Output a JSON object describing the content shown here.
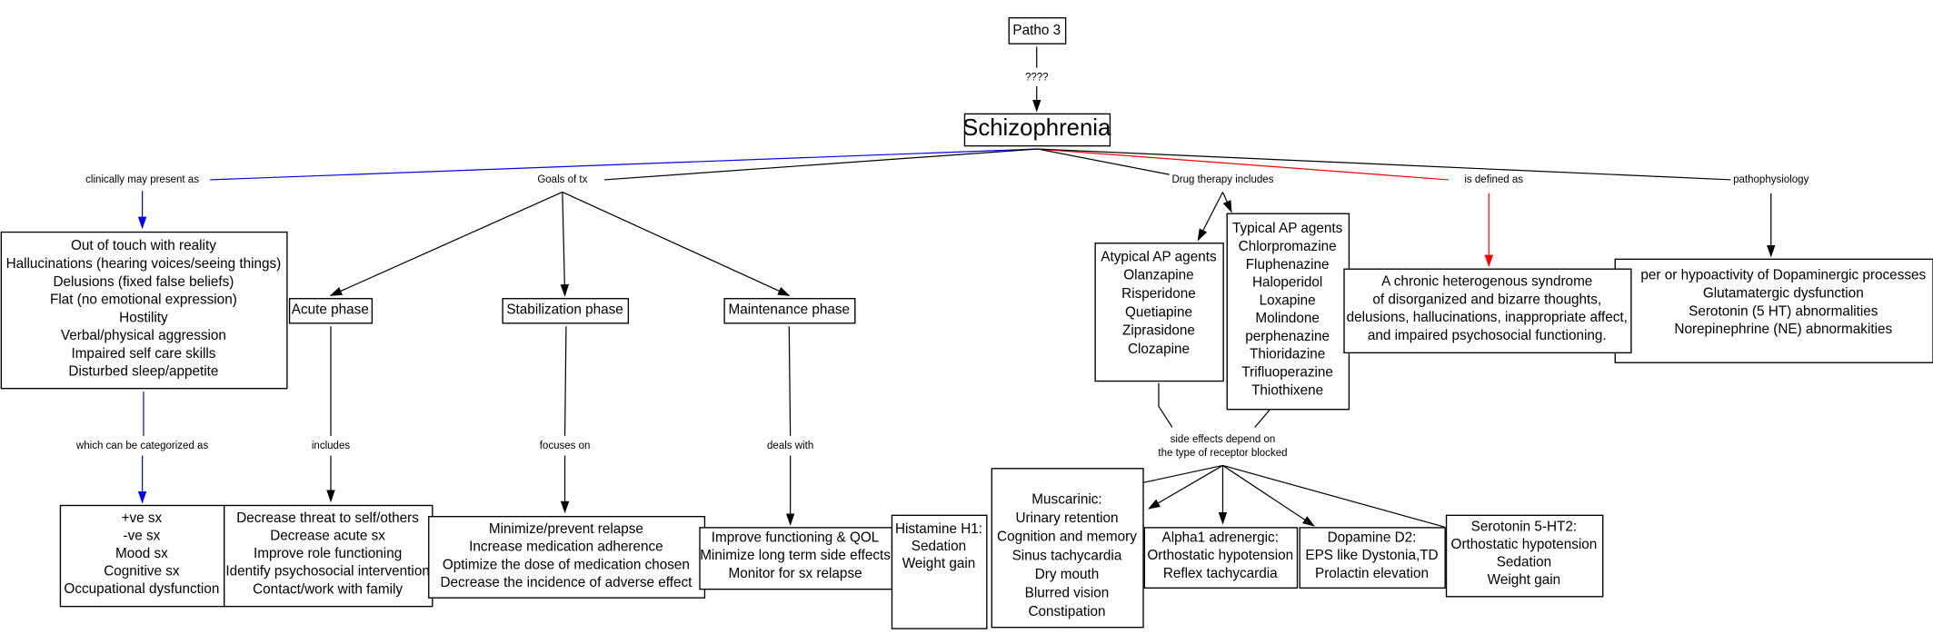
{
  "colors": {
    "default_link": "#000000",
    "clinical_link": "#0000ff",
    "definition_link": "#ff0000",
    "background": "#ffffff"
  },
  "nodes": {
    "patho3": {
      "lines": [
        "Patho 3"
      ]
    },
    "schizophrenia": {
      "lines": [
        "Schizophrenia"
      ]
    },
    "symptoms": {
      "lines": [
        "Out of touch with reality",
        "Hallucinations (hearing voices/seeing things)",
        "Delusions (fixed false beliefs)",
        "Flat (no emotional expression)",
        "Hostility",
        "Verbal/physical aggression",
        "Impaired self care skills",
        "Disturbed sleep/appetite"
      ]
    },
    "categories": {
      "lines": [
        "+ve sx",
        "-ve sx",
        "Mood sx",
        "Cognitive sx",
        "Occupational dysfunction"
      ]
    },
    "acute": {
      "lines": [
        "Acute phase"
      ]
    },
    "stabilization": {
      "lines": [
        "Stabilization phase"
      ]
    },
    "maintenance": {
      "lines": [
        "Maintenance phase"
      ]
    },
    "acute_goals": {
      "lines": [
        "Decrease threat to self/others",
        "Decrease acute sx",
        "Improve role functioning",
        "Identify psychosocial intervention",
        "Contact/work with family"
      ]
    },
    "stab_goals": {
      "lines": [
        "Minimize/prevent relapse",
        "Increase medication adherence",
        "Optimize the dose of medication chosen",
        "Decrease the incidence of adverse effect"
      ]
    },
    "maint_goals": {
      "lines": [
        "Improve functioning & QOL",
        "Minimize long term side effects",
        "Monitor for sx relapse"
      ]
    },
    "histamine": {
      "lines": [
        "Histamine H1:",
        "Sedation",
        "Weight gain"
      ]
    },
    "atypical": {
      "lines": [
        "Atypical AP agents",
        "Olanzapine",
        "Risperidone",
        "Quetiapine",
        "Ziprasidone",
        "Clozapine"
      ]
    },
    "typical": {
      "lines": [
        "Typical AP agents",
        "Chlorpromazine",
        "Fluphenazine",
        "Haloperidol",
        "Loxapine",
        "Molindone",
        "perphenazine",
        "Thioridazine",
        "Trifluoperazine",
        "Thiothixene"
      ]
    },
    "muscarinic": {
      "lines": [
        "Muscarinic:",
        "Urinary retention",
        "Cognition and memory",
        "Sinus tachycardia",
        "Dry mouth",
        "Blurred vision",
        "Constipation"
      ]
    },
    "alpha1": {
      "lines": [
        "Alpha1 adrenergic:",
        "Orthostatic hypotension",
        "Reflex tachycardia"
      ]
    },
    "dopamine": {
      "lines": [
        "Dopamine D2:",
        "EPS like Dystonia,TD",
        "Prolactin elevation"
      ]
    },
    "serotonin": {
      "lines": [
        "Serotonin 5-HT2:",
        "Orthostatic hypotension",
        "Sedation",
        "Weight gain"
      ]
    },
    "pathophys": {
      "lines": [
        "per or hypoactivity of Dopaminergic processes",
        "Glutamatergic dysfunction",
        "Serotonin (5 HT) abnormalities",
        "Norepinephrine (NE) abnormakities"
      ]
    },
    "definition": {
      "lines": [
        "A chronic heterogenous syndrome",
        "of disorganized and bizarre thoughts,",
        "delusions, hallucinations, inappropriate affect,",
        "and impaired psychosocial functioning."
      ]
    }
  },
  "link_labels": {
    "unknown": "????",
    "clinically": "clinically may present as",
    "goals": "Goals of tx",
    "drug": "Drug therapy includes",
    "defined": "is defined as",
    "pathophysiology": "pathophysiology",
    "categorized": "which can be categorized as",
    "includes": "includes",
    "focuses": "focuses on",
    "deals": "deals with",
    "side_effects_1": "side effects depend on",
    "side_effects_2": "the type of receptor blocked"
  }
}
